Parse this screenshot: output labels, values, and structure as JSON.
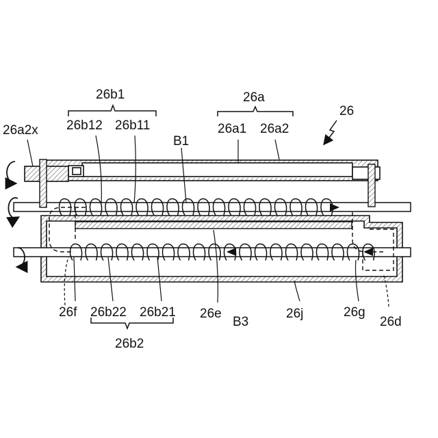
{
  "figure": {
    "ref_26": "26",
    "ref_26a": "26a",
    "ref_26a1": "26a1",
    "ref_26a2": "26a2",
    "ref_26a2x": "26a2x",
    "ref_26b1": "26b1",
    "ref_26b11": "26b11",
    "ref_26b12": "26b12",
    "ref_B1": "B1",
    "ref_26f": "26f",
    "ref_26b22": "26b22",
    "ref_26b21": "26b21",
    "ref_26e": "26e",
    "ref_B3": "B3",
    "ref_26j": "26j",
    "ref_26g": "26g",
    "ref_26d": "26d",
    "ref_26b2": "26b2"
  },
  "colors": {
    "line": "#111111",
    "hatch": "#555555",
    "background": "#ffffff"
  }
}
